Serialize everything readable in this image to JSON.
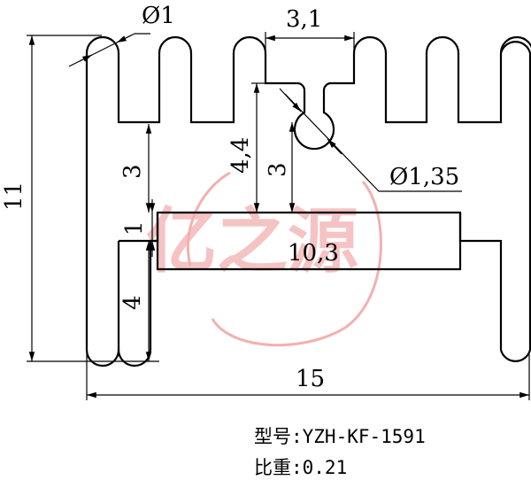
{
  "drawing": {
    "dimensions": {
      "dia_top": "Ø1",
      "width_slot": "3,1",
      "height_4_4": "4,4",
      "height_3_left": "3",
      "height_3_mid": "3",
      "height_1": "1",
      "height_4": "4",
      "height_11": "11",
      "base_10_3": "10,3",
      "dia_hole": "Ø1,35",
      "width_15": "15"
    },
    "caption": {
      "model": "型号:YZH-KF-1591",
      "density": "比重:0.21"
    }
  },
  "watermark": {
    "text": "亿之源",
    "color": "#f2a7a7"
  }
}
